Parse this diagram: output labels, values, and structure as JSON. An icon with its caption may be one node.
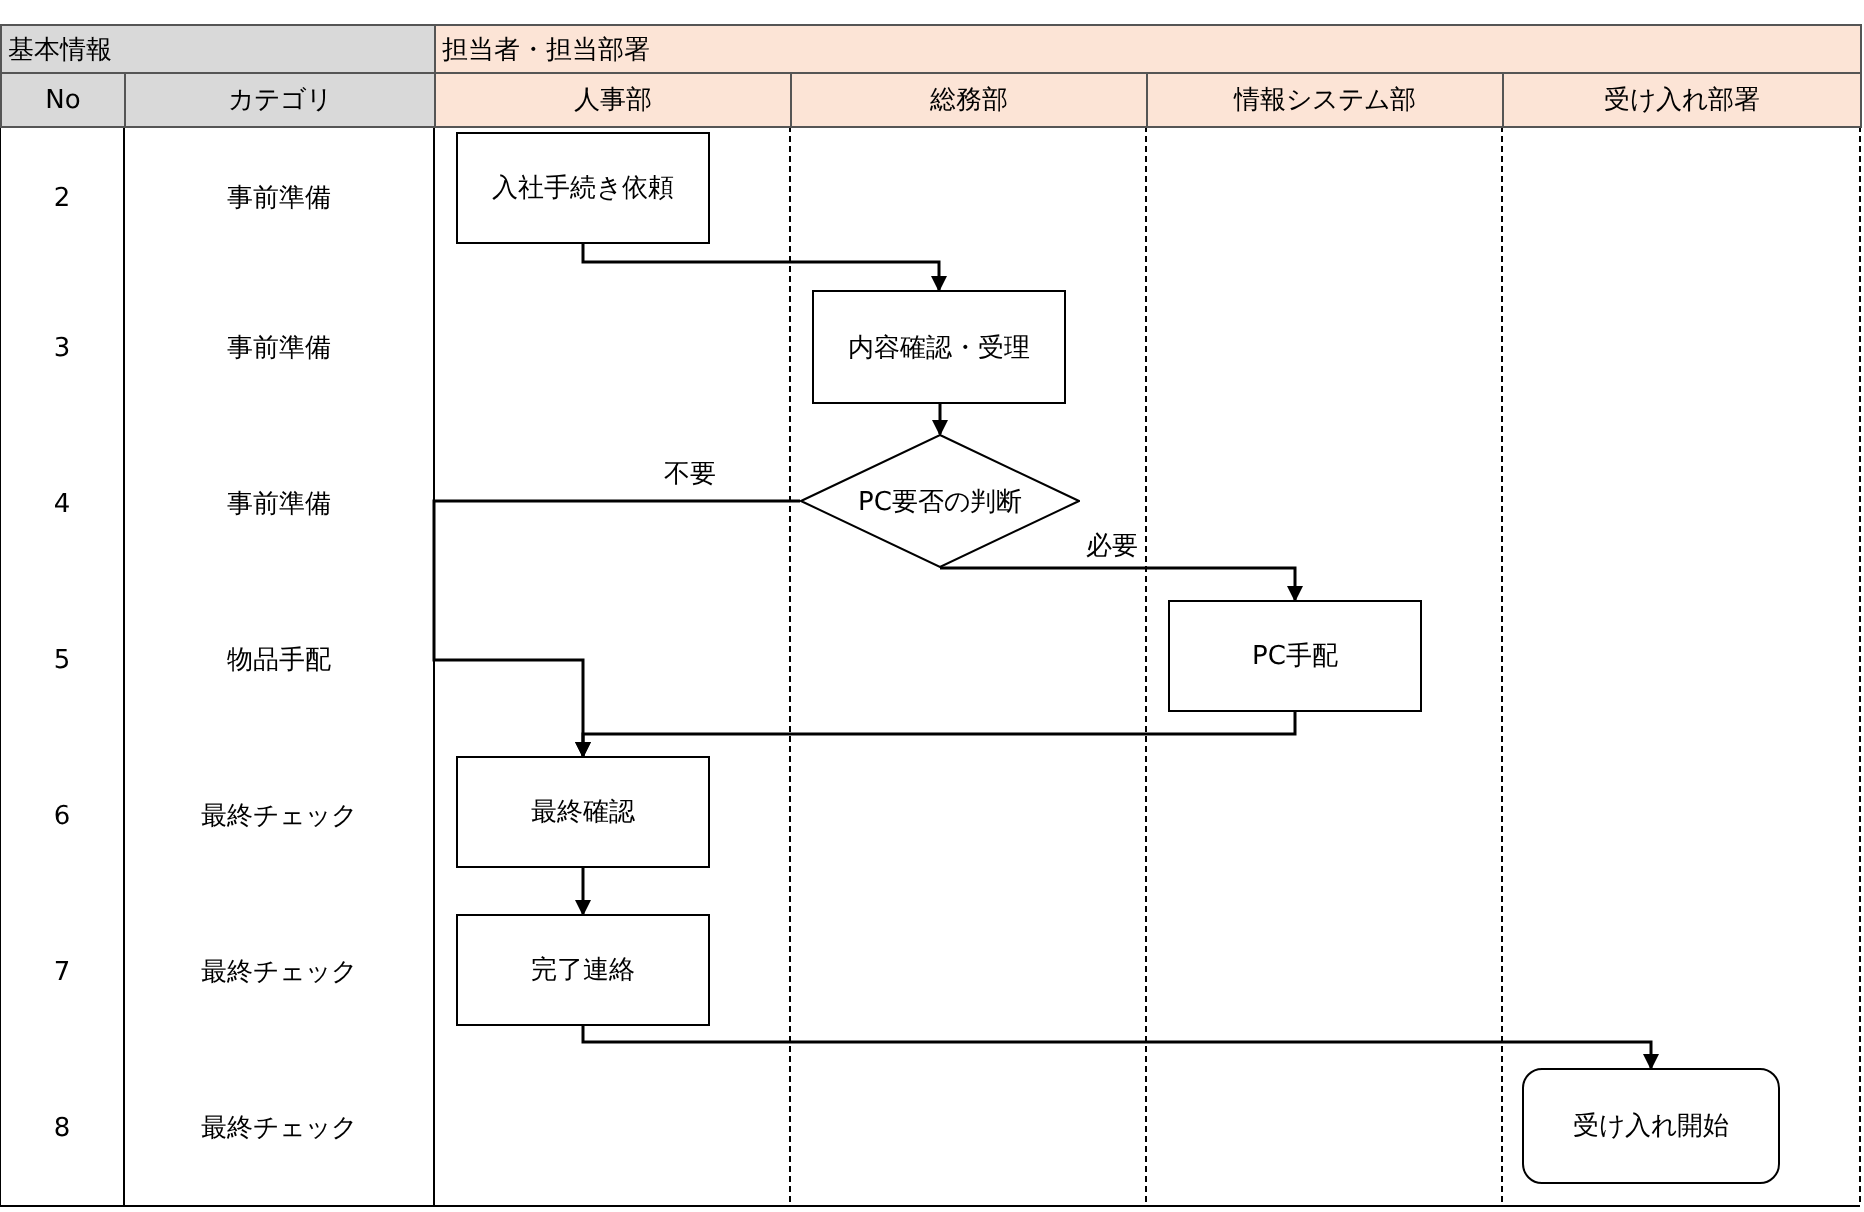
{
  "diagram": {
    "nodes": [
      {
        "text": [
          "入社手続き依頼"
        ]
      },
      {
        "text": [
          "内容確認・受理"
        ]
      },
      {
        "text": [
          "PC要否の判断"
        ]
      },
      {
        "text": [
          "PC手配"
        ]
      },
      {
        "text": [
          "最終確認"
        ]
      },
      {
        "text": [
          "完了連絡"
        ]
      },
      {
        "text": [
          "受け入れ開始"
        ]
      }
    ],
    "edges": [
      {
        "from": 0,
        "to": 1,
        "arrow": "to"
      },
      {
        "from": 1,
        "to": 2,
        "arrow": "to"
      },
      {
        "from": 2,
        "to": 4,
        "arrow": "to",
        "label": "不要"
      },
      {
        "from": 2,
        "to": 3,
        "arrow": "to",
        "label": "必要"
      },
      {
        "from": 3,
        "to": 4,
        "arrow": "to"
      },
      {
        "from": 4,
        "to": 5,
        "arrow": "to"
      },
      {
        "from": 5,
        "to": 6,
        "arrow": "to"
      }
    ],
    "labels": [
      "基本情報",
      "担当者・担当部署",
      "No",
      "カテゴリ",
      "人事部",
      "総務部",
      "情報システム部",
      "受け入れ部署",
      "2",
      "事前準備",
      "3",
      "事前準備",
      "4",
      "事前準備",
      "5",
      "物品手配",
      "6",
      "最終チェック",
      "7",
      "最終チェック",
      "8",
      "最終チェック"
    ]
  }
}
